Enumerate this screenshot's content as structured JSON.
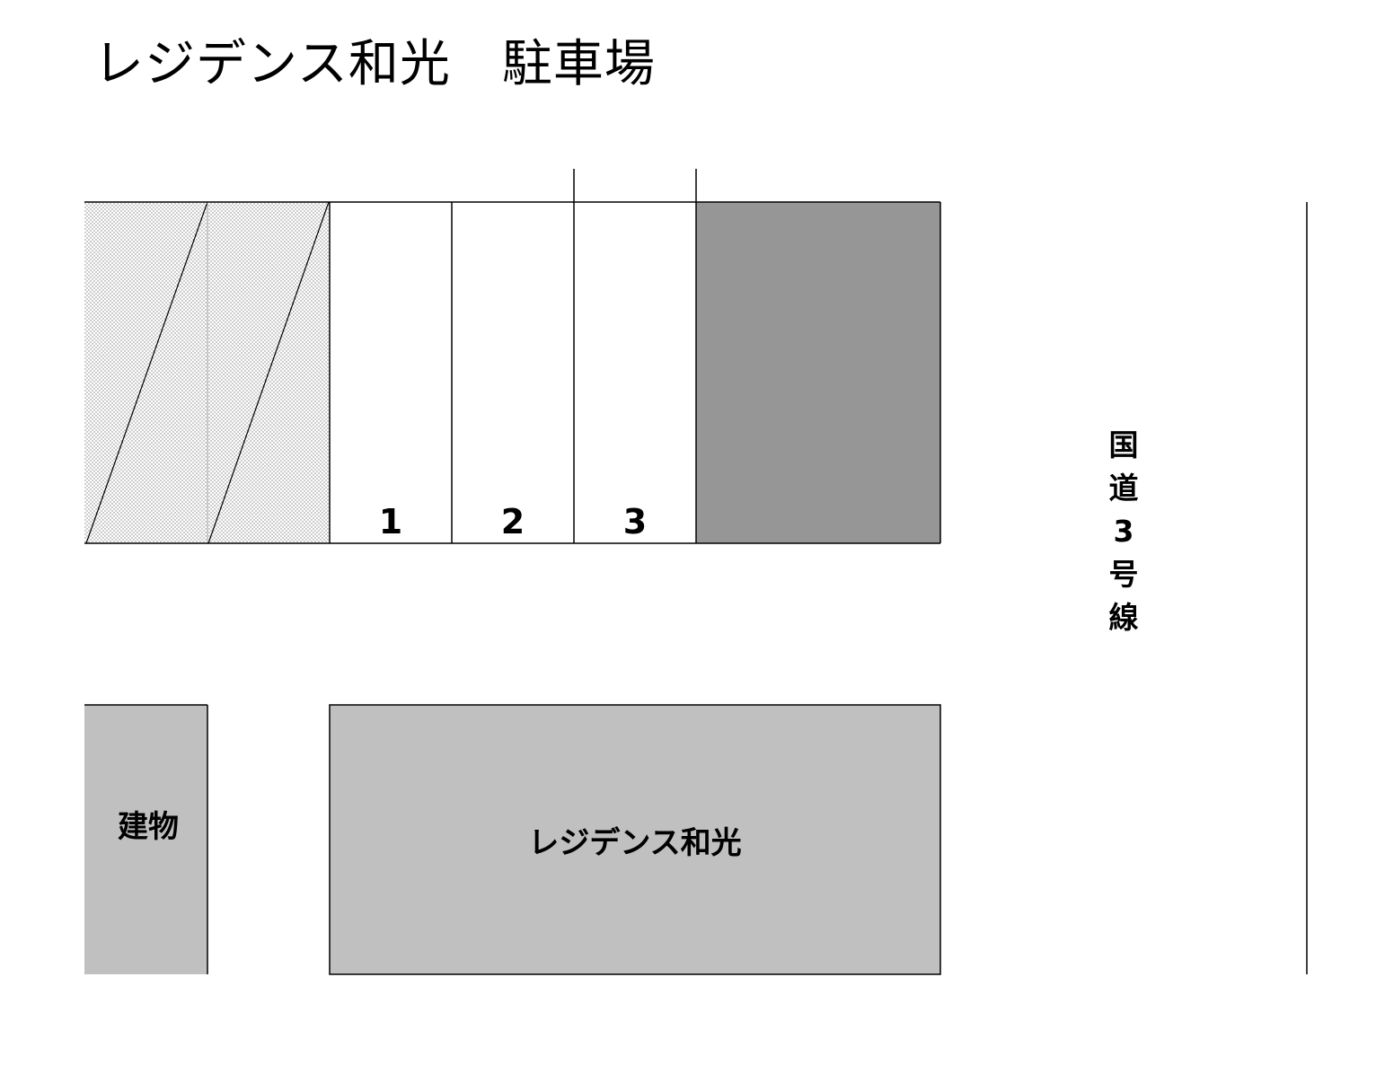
{
  "title": "レジデンス和光　駐車場",
  "parking": {
    "spaces": [
      {
        "number": "",
        "status": "occupied"
      },
      {
        "number": "",
        "status": "occupied"
      },
      {
        "number": "1",
        "status": "available"
      },
      {
        "number": "2",
        "status": "available"
      },
      {
        "number": "3",
        "status": "available"
      }
    ],
    "occupied_pattern": "dotted-with-diagonal",
    "dark_block_color": "#969696"
  },
  "buildings": {
    "small": {
      "label": "建物",
      "color": "#c0c0c0"
    },
    "main": {
      "label": "レジデンス和光",
      "color": "#c0c0c0"
    }
  },
  "road": {
    "label_chars": [
      "国",
      "道",
      "3",
      "号",
      "線"
    ]
  }
}
